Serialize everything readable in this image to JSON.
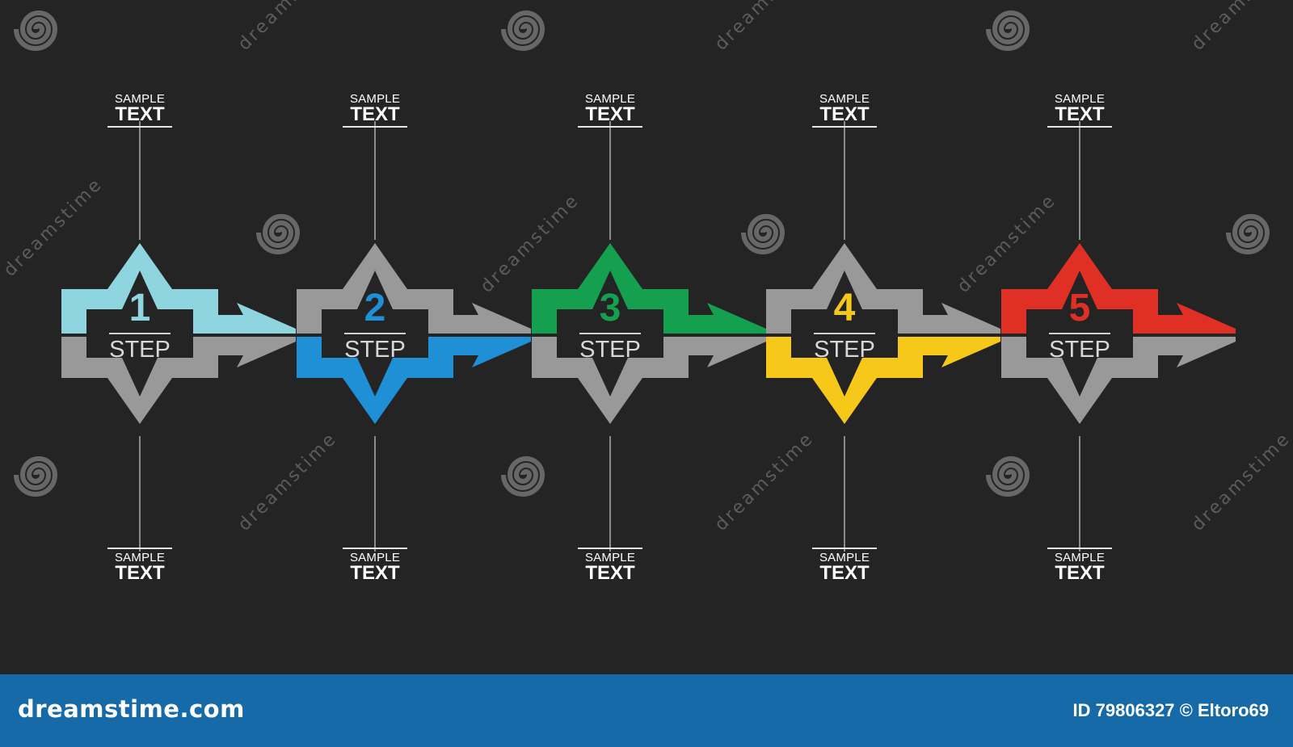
{
  "colors": {
    "background": "#242424",
    "gray": "#999999",
    "footer": "#176aa8"
  },
  "steps": [
    {
      "number": "1",
      "word": "STEP",
      "accent": "#8fd5df",
      "half": "top",
      "top_label": {
        "small": "SAMPLE",
        "big": "TEXT"
      },
      "bottom_label": {
        "small": "SAMPLE",
        "big": "TEXT"
      }
    },
    {
      "number": "2",
      "word": "STEP",
      "accent": "#1f8fd6",
      "half": "bottom",
      "top_label": {
        "small": "SAMPLE",
        "big": "TEXT"
      },
      "bottom_label": {
        "small": "SAMPLE",
        "big": "TEXT"
      }
    },
    {
      "number": "3",
      "word": "STEP",
      "accent": "#14a04e",
      "half": "top",
      "top_label": {
        "small": "SAMPLE",
        "big": "TEXT"
      },
      "bottom_label": {
        "small": "SAMPLE",
        "big": "TEXT"
      }
    },
    {
      "number": "4",
      "word": "STEP",
      "accent": "#f6c81a",
      "half": "bottom",
      "top_label": {
        "small": "SAMPLE",
        "big": "TEXT"
      },
      "bottom_label": {
        "small": "SAMPLE",
        "big": "TEXT"
      }
    },
    {
      "number": "5",
      "word": "STEP",
      "accent": "#e03025",
      "half": "top",
      "top_label": {
        "small": "SAMPLE",
        "big": "TEXT"
      },
      "bottom_label": {
        "small": "SAMPLE",
        "big": "TEXT"
      }
    }
  ],
  "watermark": {
    "text": "dreamstime",
    "icon": "spiral-icon"
  },
  "footer": {
    "brand": "dreamstime.com",
    "image_id": "ID 79806327 © Eltoro69"
  }
}
